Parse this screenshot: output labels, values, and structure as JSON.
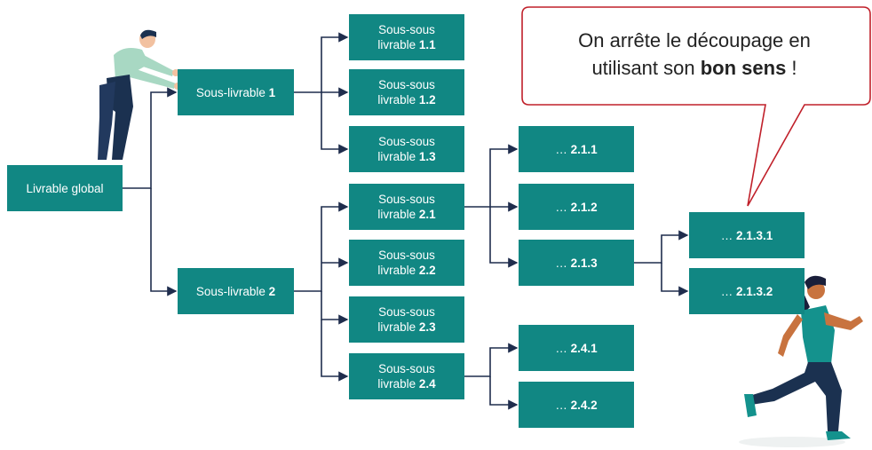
{
  "colors": {
    "node_fill": "#118783",
    "node_text": "#ffffff",
    "connector": "#1f2d4d",
    "bubble_border": "#c0202a",
    "skin": "#f2c1a0",
    "shirt_man": "#a8d8c3",
    "pants": "#1b3150",
    "runner_top": "#14928d",
    "runner_skin": "#c8733f"
  },
  "diagram": {
    "root": {
      "label": "Livrable global"
    },
    "sub1": {
      "prefix": "Sous-livrable ",
      "num": "1"
    },
    "sub2": {
      "prefix": "Sous-livrable ",
      "num": "2"
    },
    "ss": [
      {
        "l1": "Sous-sous",
        "l2": "livrable ",
        "num": "1.1"
      },
      {
        "l1": "Sous-sous",
        "l2": "livrable ",
        "num": "1.2"
      },
      {
        "l1": "Sous-sous",
        "l2": "livrable ",
        "num": "1.3"
      },
      {
        "l1": "Sous-sous",
        "l2": "livrable ",
        "num": "2.1"
      },
      {
        "l1": "Sous-sous",
        "l2": "livrable ",
        "num": "2.2"
      },
      {
        "l1": "Sous-sous",
        "l2": "livrable ",
        "num": "2.3"
      },
      {
        "l1": "Sous-sous",
        "l2": "livrable ",
        "num": "2.4"
      }
    ],
    "lvl3": [
      {
        "prefix": "… ",
        "num": "2.1.1"
      },
      {
        "prefix": "… ",
        "num": "2.1.2"
      },
      {
        "prefix": "… ",
        "num": "2.1.3"
      },
      {
        "prefix": "… ",
        "num": "2.4.1"
      },
      {
        "prefix": "… ",
        "num": "2.4.2"
      }
    ],
    "lvl4": [
      {
        "prefix": "… ",
        "num": "2.1.3.1"
      },
      {
        "prefix": "… ",
        "num": "2.1.3.2"
      }
    ]
  },
  "bubble": {
    "line1": "On arrête le découpage en",
    "line2_pre": "utilisant son ",
    "line2_bold": "bon sens",
    "line2_post": " !"
  }
}
